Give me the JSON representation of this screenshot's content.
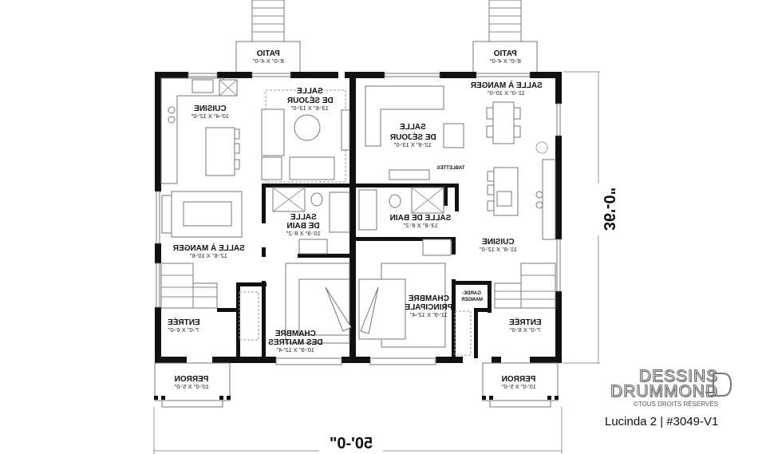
{
  "plan": {
    "overall_width": "50'-0\"",
    "overall_depth": "36'-0\"",
    "text_orientation": "mirrored",
    "unit_left": {
      "rooms": [
        {
          "id": "patio",
          "name": "PATIO",
          "dims": "8'-0\" X 4'-0\""
        },
        {
          "id": "cuisine",
          "name": "CUISINE",
          "dims": "10'-4\" X 12'-0\""
        },
        {
          "id": "salle-sejour",
          "name_l1": "SALLE",
          "name_l2": "DE SÉJOUR",
          "dims": "13'-6\" X 13'-0\""
        },
        {
          "id": "salle-a-manger",
          "name": "SALLE À MANGER",
          "dims": "12'-6\" X 10'-6\""
        },
        {
          "id": "salle-de-bain",
          "name_l1": "SALLE",
          "name_l2": "DE BAIN",
          "dims": "10'-9\" X 8'-2\""
        },
        {
          "id": "entree",
          "name": "ENTRÉE",
          "dims": "7'-0\" X 6'-0\""
        },
        {
          "id": "chambre",
          "name_l1": "CHAMBRE",
          "name_l2": "DES MAITRES",
          "dims": "10'-9\" X 12'-4\""
        },
        {
          "id": "perron",
          "name": "PERRON",
          "dims": "10'-0\" X 5'-0\""
        }
      ]
    },
    "unit_right": {
      "rooms": [
        {
          "id": "patio",
          "name": "PATIO",
          "dims": "8'-0\" X 4'-0\""
        },
        {
          "id": "salle-a-manger",
          "name": "SALLE À MANGER",
          "dims": "11'-0\" X 10'-0\""
        },
        {
          "id": "salle-sejour",
          "name_l1": "SALLE",
          "name_l2": "DE SÉJOUR",
          "dims": "12'-9\" X 13'-0\""
        },
        {
          "id": "tablettes",
          "name": "TABLETTES"
        },
        {
          "id": "salle-de-bain",
          "name": "SALLE DE BAIN",
          "dims": "13'-8\" X 8'-2\""
        },
        {
          "id": "cuisine",
          "name": "CUISINE",
          "dims": "11'-8\" X 12'-0\""
        },
        {
          "id": "garde-manger",
          "name_l1": "GARDE-",
          "name_l2": "MANGER"
        },
        {
          "id": "chambre",
          "name_l1": "CHAMBRE",
          "name_l2": "PRINCIPALE",
          "dims": "11'-9\" X 12'-4\""
        },
        {
          "id": "entree",
          "name": "ENTRÉE",
          "dims": "7'-0\" X 6'-0\""
        },
        {
          "id": "perron",
          "name": "PERRON",
          "dims": "10'-0\" X 5'-0\""
        }
      ]
    }
  },
  "brand": {
    "line1": "DESSINS",
    "line2": "DRUMMOND",
    "copyright": "©TOUS DROITS RÉSERVÉS",
    "model": "Lucinda 2 | #3049-V1"
  }
}
